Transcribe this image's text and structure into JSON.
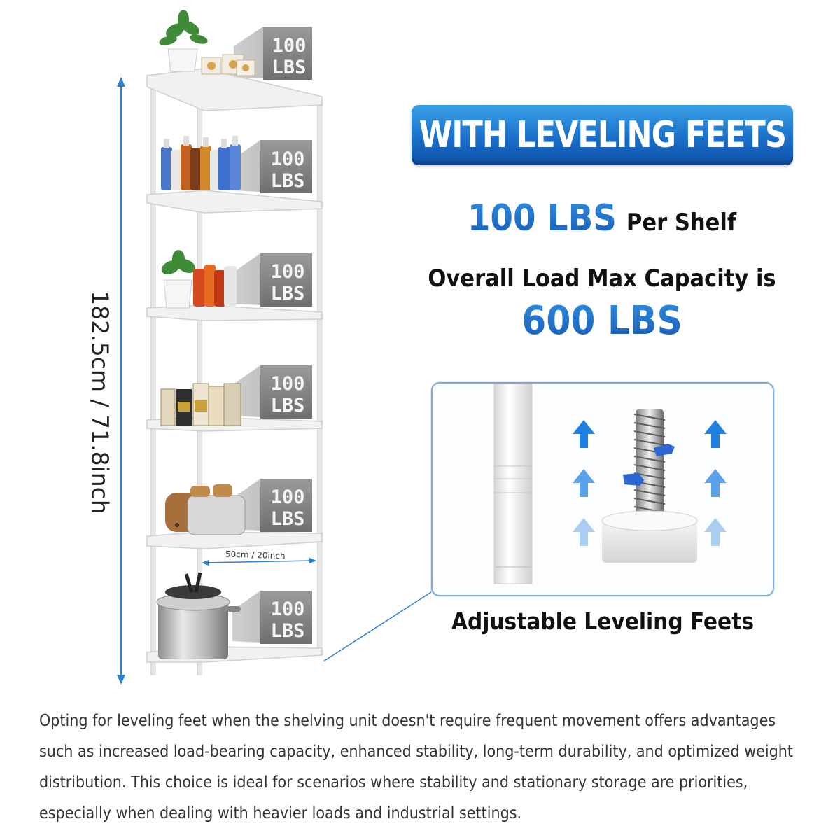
{
  "product": {
    "height_label": "182.5cm / 71.8inch",
    "width_label": "50cm / 20inch",
    "shelf_capacity_tags": [
      {
        "line1": "100",
        "line2": "LBS"
      },
      {
        "line1": "100",
        "line2": "LBS"
      },
      {
        "line1": "100",
        "line2": "LBS"
      },
      {
        "line1": "100",
        "line2": "LBS"
      },
      {
        "line1": "100",
        "line2": "LBS"
      },
      {
        "line1": "100",
        "line2": "LBS"
      }
    ]
  },
  "headline": {
    "banner": "WITH LEVELING FEETS",
    "per_shelf_value": "100 LBS",
    "per_shelf_text": "Per Shelf",
    "overall_text": "Overall Load Max Capacity is",
    "overall_value": "600 LBS"
  },
  "detail": {
    "caption": "Adjustable Leveling Feets"
  },
  "description": "Opting for leveling feet when the shelving unit doesn't require frequent movement offers advantages such as increased load-bearing capacity, enhanced stability, long-term durability, and optimized weight distribution. This choice is ideal for scenarios where stability and stationary storage are priorities, especially when dealing with heavier loads and industrial settings.",
  "colors": {
    "accent_blue": "#1a6fc9",
    "arrow_blue": "#1f7fe0",
    "frame_white": "#f3f3f3"
  }
}
